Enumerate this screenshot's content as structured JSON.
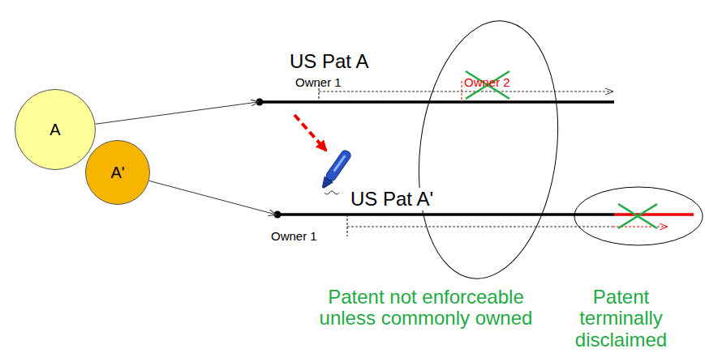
{
  "diagram": {
    "nodes": [
      {
        "text": [
          "A"
        ]
      },
      {
        "text": [
          "A'"
        ]
      },
      {
        "text": [
          "US Pat A"
        ]
      },
      {
        "text": [
          "US Pat A'"
        ]
      }
    ],
    "edges": [
      {
        "from": 0,
        "to": 2,
        "arrow": "to"
      },
      {
        "from": 1,
        "to": 3,
        "arrow": "to"
      }
    ],
    "labels": [
      "Owner 1",
      "Owner 2",
      "Owner 1",
      "Patent not enforceable unless commonly owned",
      "Patent terminally disclaimed"
    ]
  }
}
